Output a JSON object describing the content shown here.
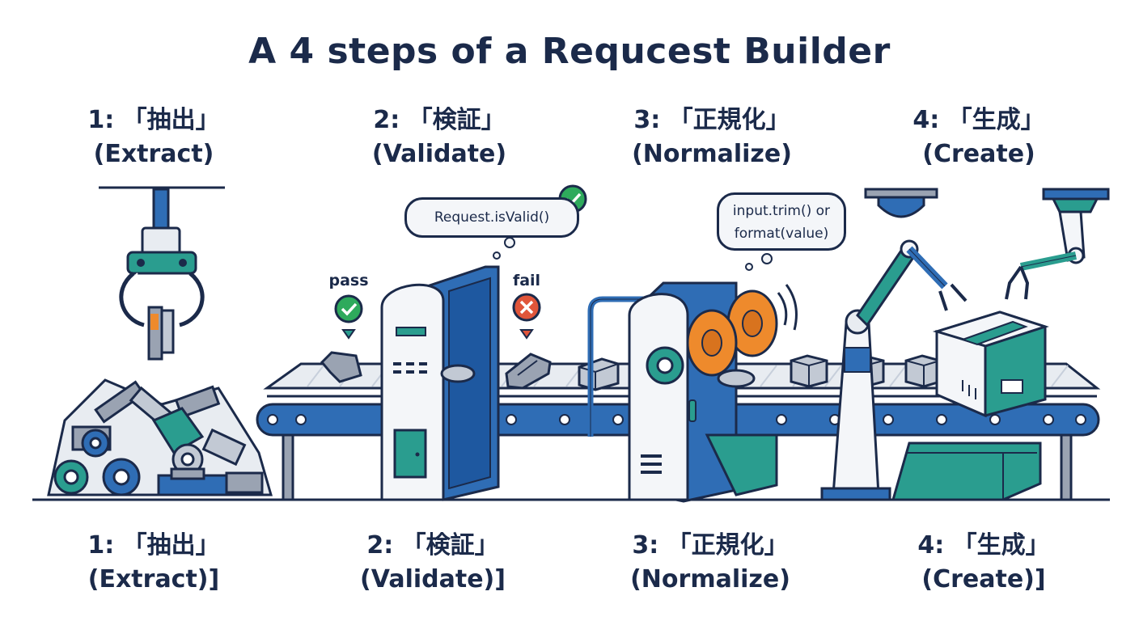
{
  "title": "A 4 steps of a Requcest Builder",
  "steps_top": [
    {
      "jp": "1: 「抽出」",
      "en": "(Extract)"
    },
    {
      "jp": "2: 「検証」",
      "en": "(Validate)"
    },
    {
      "jp": "3: 「正規化」",
      "en": "(Normalize)"
    },
    {
      "jp": "4: 「生成」",
      "en": "(Create)"
    }
  ],
  "steps_bottom": [
    {
      "jp": "1: 「抽出」",
      "en": "(Extract)]"
    },
    {
      "jp": "2: 「検証」",
      "en": "(Validate)]"
    },
    {
      "jp": "3: 「正規化」",
      "en": "(Normalize)"
    },
    {
      "jp": "4: 「生成」",
      "en": "(Create)]"
    }
  ],
  "validate_bubble": "Request.isValid()",
  "normalize_bubble": {
    "line1": "input.trim() or",
    "line2": "format(value)"
  },
  "pass_label": "pass",
  "fail_label": "fail",
  "colors": {
    "navy": "#1b2a4a",
    "blue": "#2f6db5",
    "teal": "#2a9d8f",
    "orange": "#ee8a2c",
    "gray": "#9aa3b2",
    "pass": "#2eaa5c",
    "fail": "#e0553a"
  }
}
